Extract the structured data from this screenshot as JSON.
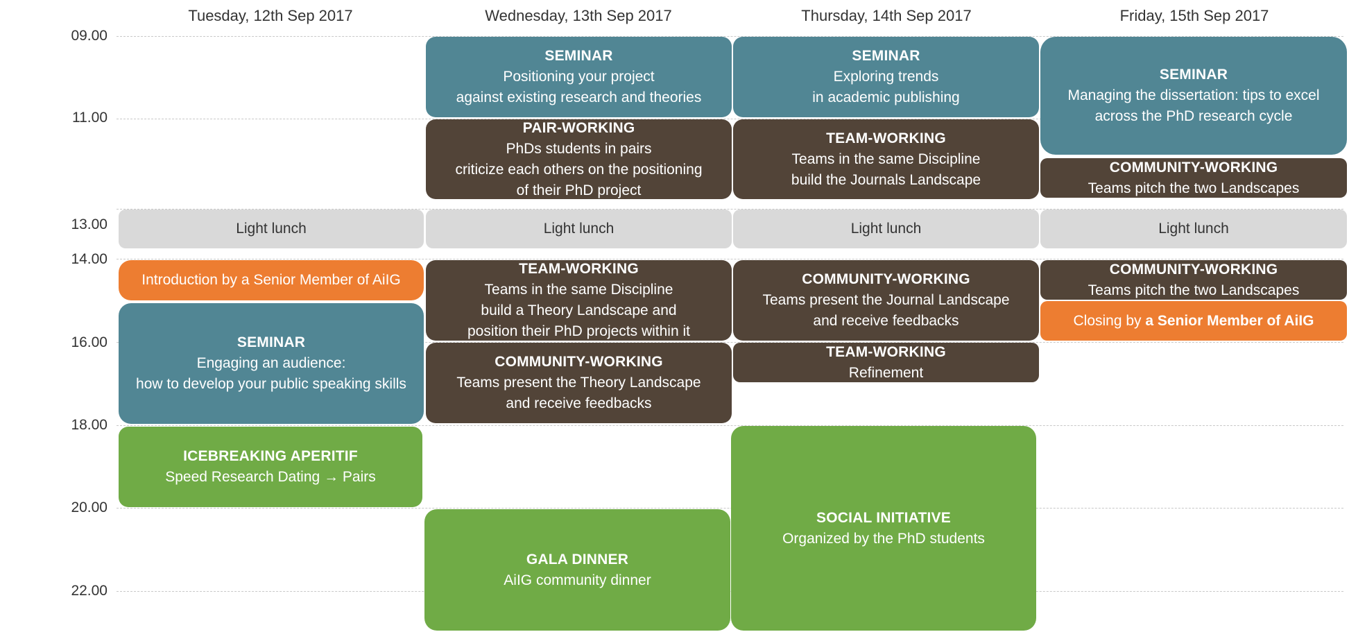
{
  "days": [
    "Tuesday, 12th Sep 2017",
    "Wednesday, 13th Sep 2017",
    "Thursday, 14th Sep 2017",
    "Friday, 15th Sep 2017"
  ],
  "times": [
    "09.00",
    "11.00",
    "13.00",
    "14.00",
    "16.00",
    "18.00",
    "20.00",
    "22.00"
  ],
  "colors": {
    "seminar": "#518694",
    "working": "#524438",
    "social": "#70ab46",
    "senior_member": "#ed7d31",
    "lunch": "#d9d9d9"
  },
  "tuesday": {
    "lunch": "Light lunch",
    "intro": "Introduction by a Senior Member of AiIG",
    "seminar": {
      "title": "SEMINAR",
      "line1": "Engaging an audience:",
      "line2": "how to develop your public speaking skills"
    },
    "icebreaking": {
      "title": "ICEBREAKING APERITIF",
      "text": "Speed Research Dating",
      "arrow": "→",
      "text_after": "Pairs"
    }
  },
  "wednesday": {
    "seminar": {
      "title": "SEMINAR",
      "line1": "Positioning your project",
      "line2": "against existing research and theories"
    },
    "pair_working": {
      "title": "PAIR-WORKING",
      "line1": "PhDs students in pairs",
      "line2": "criticize each others on the positioning",
      "line3": "of their PhD project"
    },
    "lunch": "Light lunch",
    "team_working": {
      "title": "TEAM-WORKING",
      "line1": "Teams in the same Discipline",
      "line2": "build a Theory Landscape and",
      "line3": "position their PhD projects within it"
    },
    "community_working": {
      "title": "COMMUNITY-WORKING",
      "line1": "Teams present the Theory Landscape",
      "line2": "and receive feedbacks"
    },
    "gala": {
      "title": "GALA DINNER",
      "line1": "AiIG community dinner"
    }
  },
  "thursday": {
    "seminar": {
      "title": "SEMINAR",
      "line1": "Exploring trends",
      "line2": "in academic publishing"
    },
    "team_working": {
      "title": "TEAM-WORKING",
      "line1": "Teams in the same Discipline",
      "line2": "build the Journals Landscape"
    },
    "lunch": "Light lunch",
    "community_working": {
      "title": "COMMUNITY-WORKING",
      "line1": "Teams present the Journal Landscape",
      "line2": "and receive feedbacks"
    },
    "refinement": {
      "title": "TEAM-WORKING",
      "line1": "Refinement"
    },
    "social": {
      "title": "SOCIAL INITIATIVE",
      "line1": "Organized by the PhD students"
    }
  },
  "friday": {
    "seminar": {
      "title": "SEMINAR",
      "line1": "Managing the dissertation: tips to excel",
      "line2": "across the PhD research cycle"
    },
    "community_morning": {
      "title": "COMMUNITY-WORKING",
      "line1": "Teams pitch the two Landscapes"
    },
    "lunch": "Light lunch",
    "community_afternoon": {
      "title": "COMMUNITY-WORKING",
      "line1": "Teams pitch the two Landscapes"
    },
    "closing": {
      "prefix": "Closing by",
      "emphasis": "a Senior Member of AiIG"
    }
  }
}
